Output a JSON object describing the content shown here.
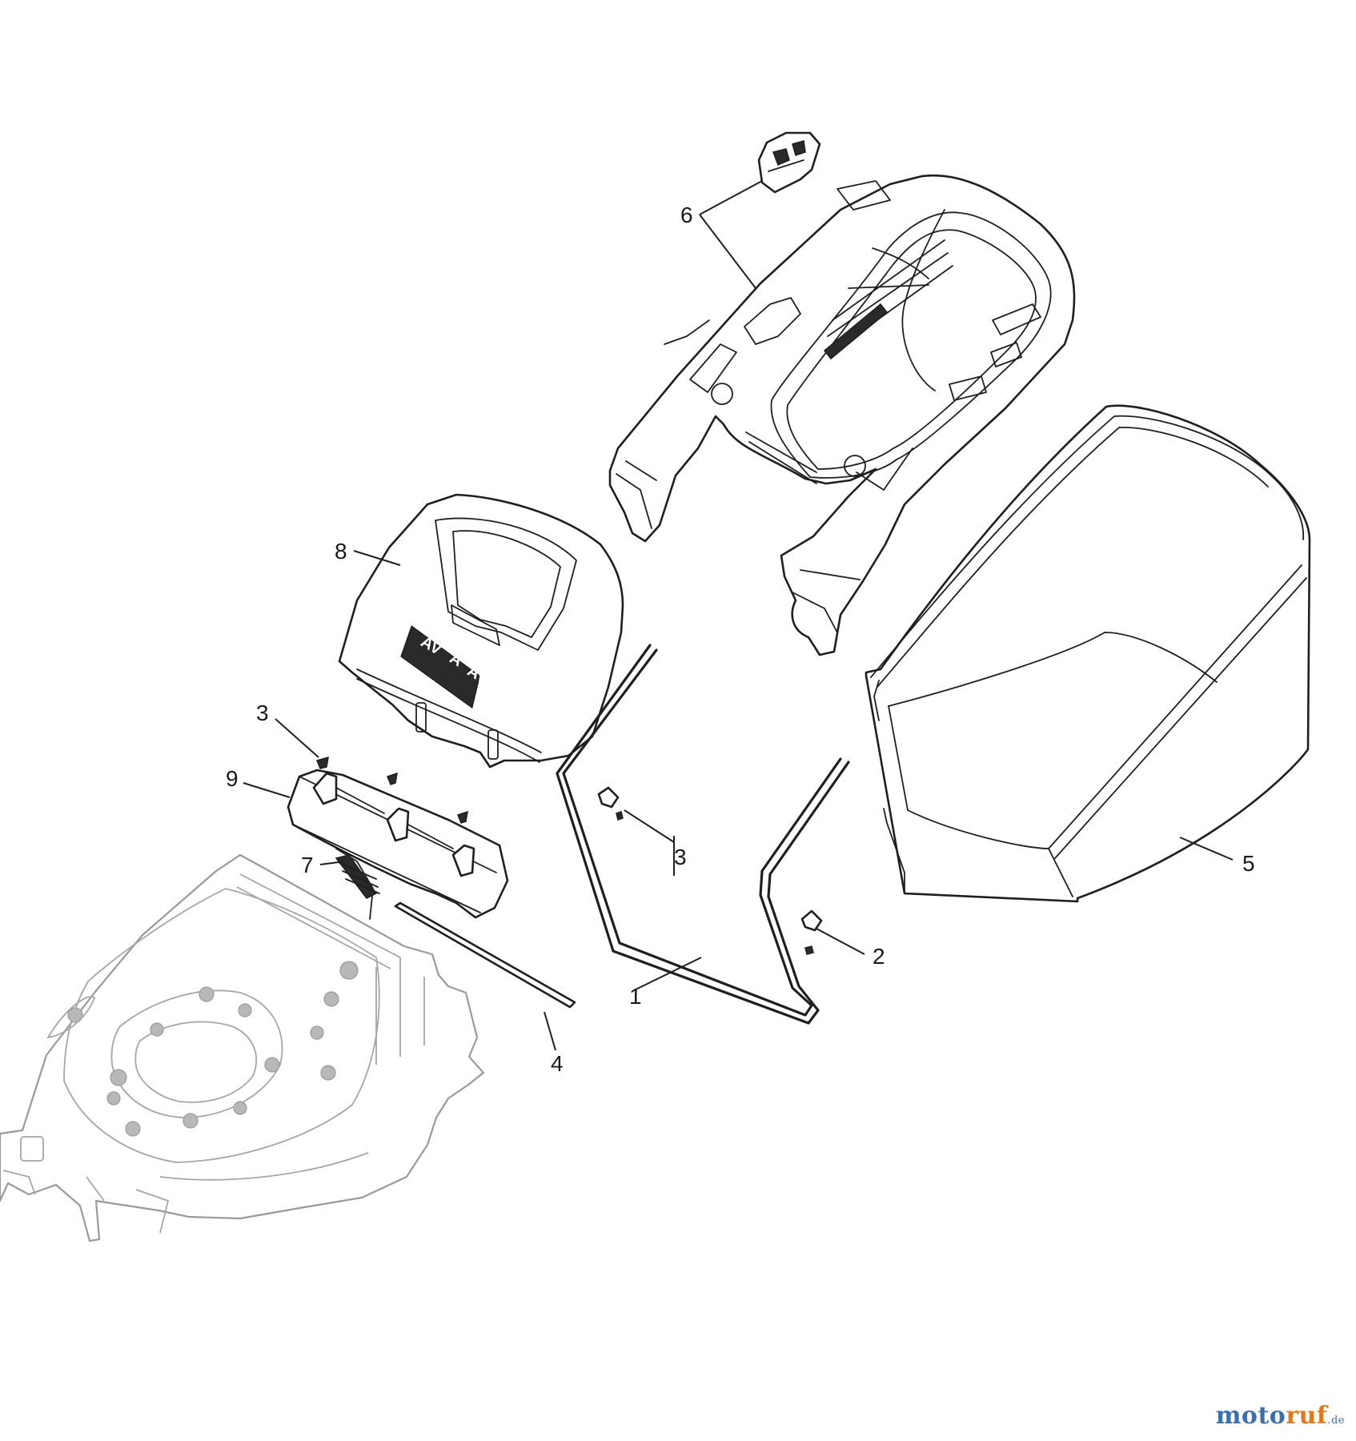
{
  "callouts": {
    "c1": "1",
    "c2": "2",
    "c3a": "3",
    "c3b": "3",
    "c4": "4",
    "c5": "5",
    "c6": "6",
    "c7": "7",
    "c8": "8",
    "c9": "9"
  },
  "decal_text": [
    "AV",
    "A",
    "AV"
  ],
  "watermark": {
    "part_a": "moto",
    "part_b": "ruf",
    "tld": ".de"
  },
  "colors": {
    "ink": "#1f1f1f",
    "ghost": "#9a9a9a",
    "watermark_blue": "#3a6fb0",
    "watermark_orange": "#e07a1f"
  }
}
